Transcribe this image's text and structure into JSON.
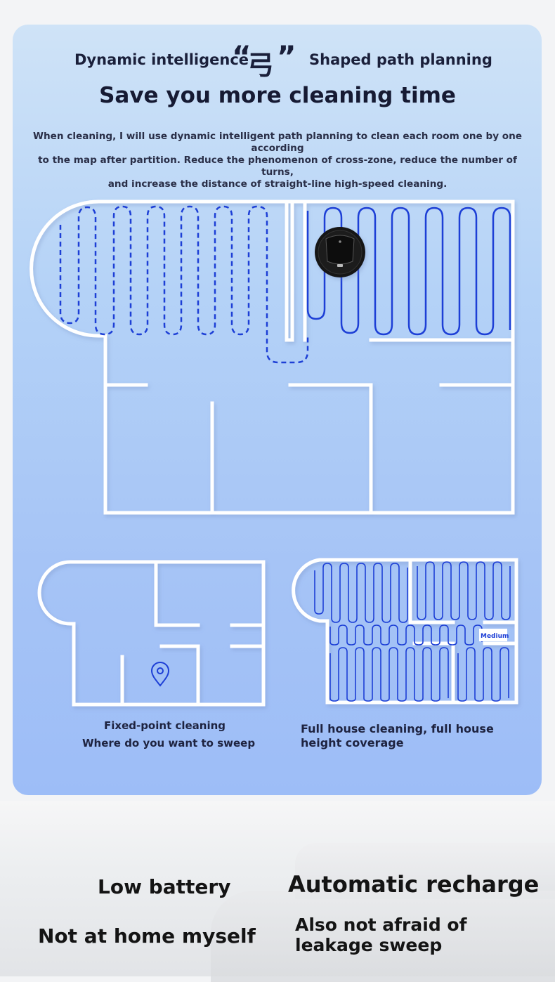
{
  "header": {
    "line1_left": "Dynamic intelligence",
    "quote_open": "“",
    "quote_char": "弓",
    "quote_close": "”",
    "line1_right": "Shaped path planning",
    "title": "Save you more cleaning time",
    "description_lines": [
      "When cleaning, I will use dynamic intelligent path planning to clean each room one by one according",
      "to the map after partition. Reduce the phenomenon of cross-zone, reduce the number of turns,",
      "and increase the distance of straight-line high-speed cleaning."
    ]
  },
  "maps": {
    "left_caption_1": "Fixed-point cleaning",
    "left_caption_2": "Where do you want to sweep",
    "right_caption": "Full house cleaning, full house height coverage",
    "room_label": "Medium"
  },
  "bottom": {
    "left_1": "Low battery",
    "right_1": "Automatic recharge",
    "left_2": "Not at home myself",
    "right_2": "Also not afraid of leakage sweep"
  },
  "colors": {
    "path_blue": "#1d3fd6",
    "wall": "#ffffff",
    "robot": "#111111"
  }
}
